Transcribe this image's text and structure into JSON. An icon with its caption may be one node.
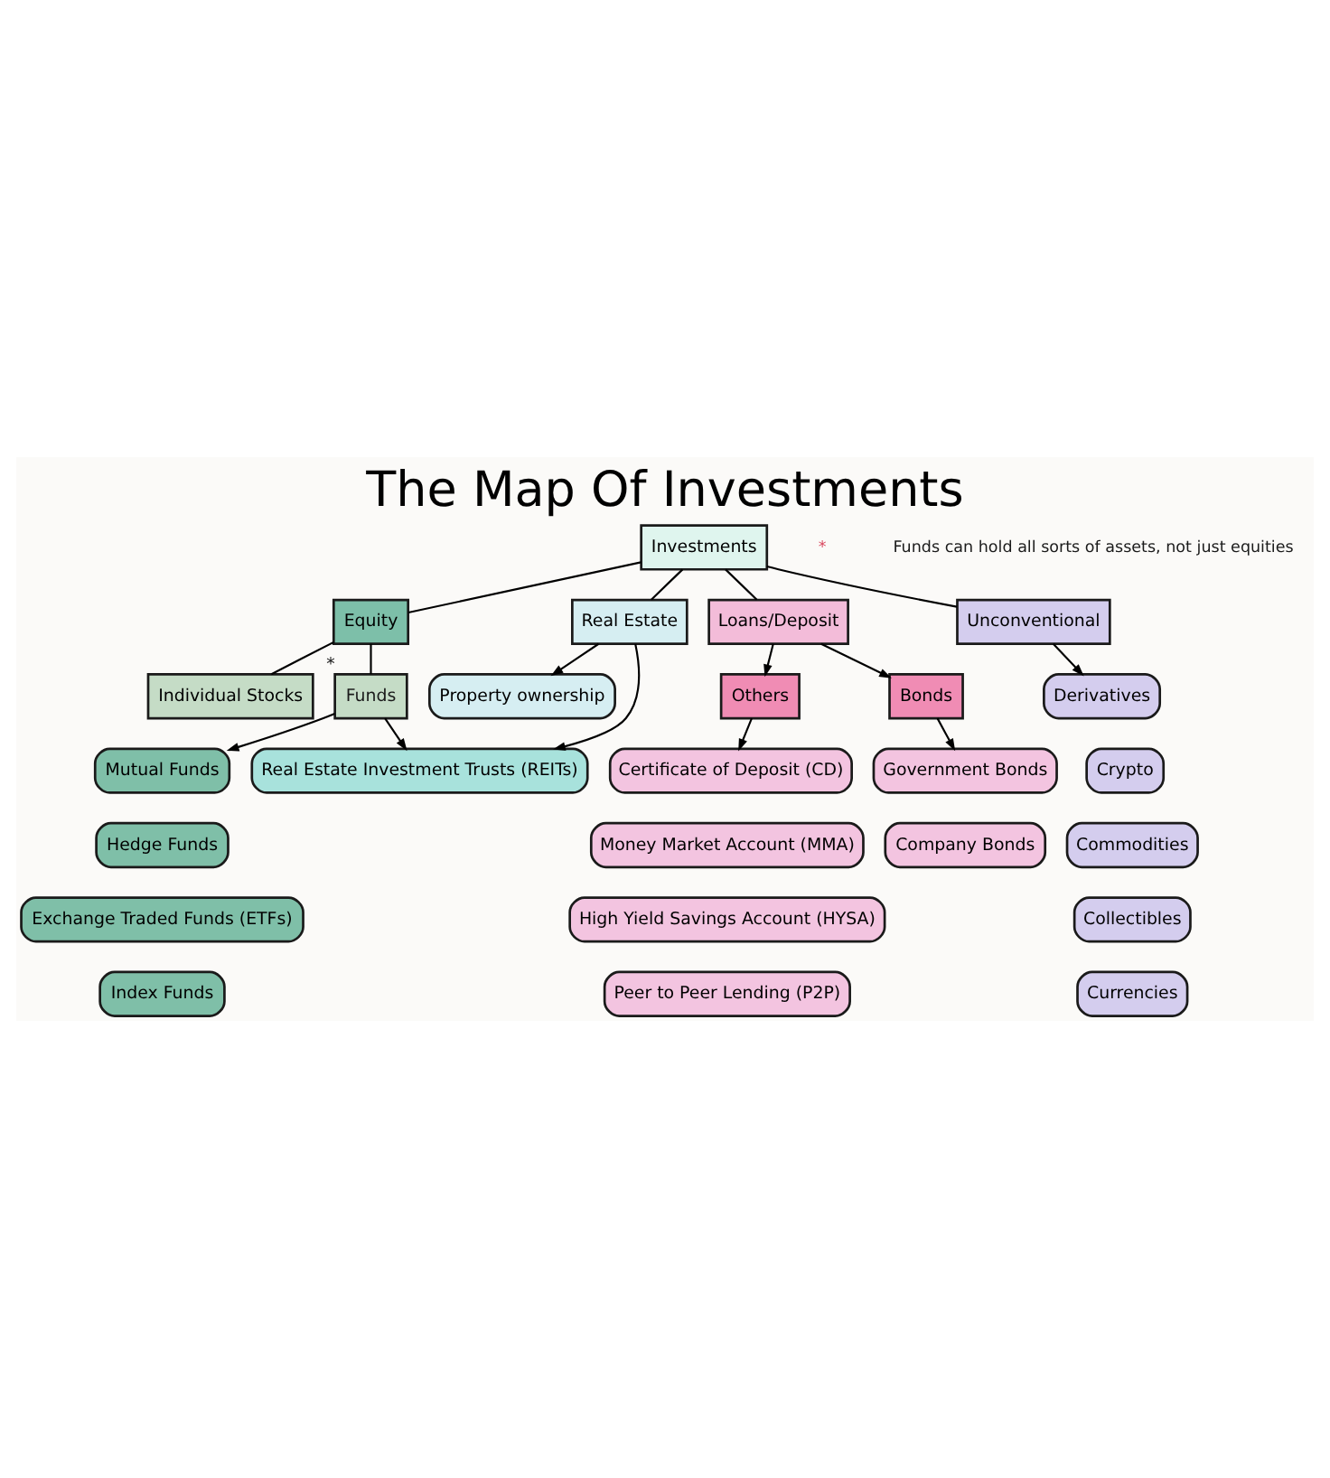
{
  "diagram": {
    "title": "The Map Of Investments",
    "nodes": [
      {
        "text": [
          "Investments"
        ]
      },
      {
        "text": [
          "Equity"
        ]
      },
      {
        "text": [
          "Real Estate"
        ]
      },
      {
        "text": [
          "Loans/Deposit"
        ]
      },
      {
        "text": [
          "Unconventional"
        ]
      },
      {
        "text": [
          "Individual Stocks"
        ]
      },
      {
        "text": [
          "Funds"
        ],
        "beside": [
          "*"
        ]
      },
      {
        "text": [
          "Property ownership"
        ]
      },
      {
        "text": [
          "Others"
        ]
      },
      {
        "text": [
          "Derivatives"
        ]
      },
      {
        "text": [
          "Mutual Funds"
        ]
      },
      {
        "text": [
          "Real Estate Investment Trusts (REITs)"
        ]
      },
      {
        "text": [
          "Bonds"
        ]
      },
      {
        "text": [
          "Certificate of Deposit (CD)"
        ]
      },
      {
        "text": [
          "Crypto"
        ]
      },
      {
        "text": [
          "Commodities"
        ]
      },
      {
        "text": [
          "Hedge Funds"
        ]
      },
      {
        "text": [
          "Money Market Account (MMA)"
        ]
      },
      {
        "text": [
          "Collectibles"
        ]
      },
      {
        "text": [
          "Government Bonds"
        ]
      },
      {
        "text": [
          "High Yield Savings Account (HYSA)"
        ]
      },
      {
        "text": [
          "Currencies"
        ]
      },
      {
        "text": [
          "Exchange Traded Funds (ETFs)"
        ]
      },
      {
        "text": [
          "Company Bonds"
        ]
      },
      {
        "text": [
          "Peer to Peer Lending (P2P)"
        ]
      },
      {
        "text": [
          "Index Funds"
        ]
      }
    ],
    "edges": [
      {
        "from": 0,
        "to": 1,
        "arrow": "none"
      },
      {
        "from": 0,
        "to": 2,
        "arrow": "none"
      },
      {
        "from": 0,
        "to": 3,
        "arrow": "none"
      },
      {
        "from": 0,
        "to": 4,
        "arrow": "none"
      },
      {
        "from": 1,
        "to": 5,
        "arrow": "none"
      },
      {
        "from": 1,
        "to": 6,
        "arrow": "none"
      },
      {
        "from": 2,
        "to": 7,
        "arrow": "to"
      },
      {
        "from": 2,
        "to": 11,
        "arrow": "to"
      },
      {
        "from": 3,
        "to": 8,
        "arrow": "to"
      },
      {
        "from": 3,
        "to": 12,
        "arrow": "to"
      },
      {
        "from": 4,
        "to": 9,
        "arrow": "to"
      },
      {
        "from": 6,
        "to": 10,
        "arrow": "to"
      },
      {
        "from": 6,
        "to": 11,
        "arrow": "to"
      },
      {
        "from": 8,
        "to": 13,
        "arrow": "to"
      },
      {
        "from": 12,
        "to": 19,
        "arrow": "to"
      }
    ],
    "labels": [
      "*",
      "Funds can hold all sorts of assets, not just equities"
    ]
  }
}
